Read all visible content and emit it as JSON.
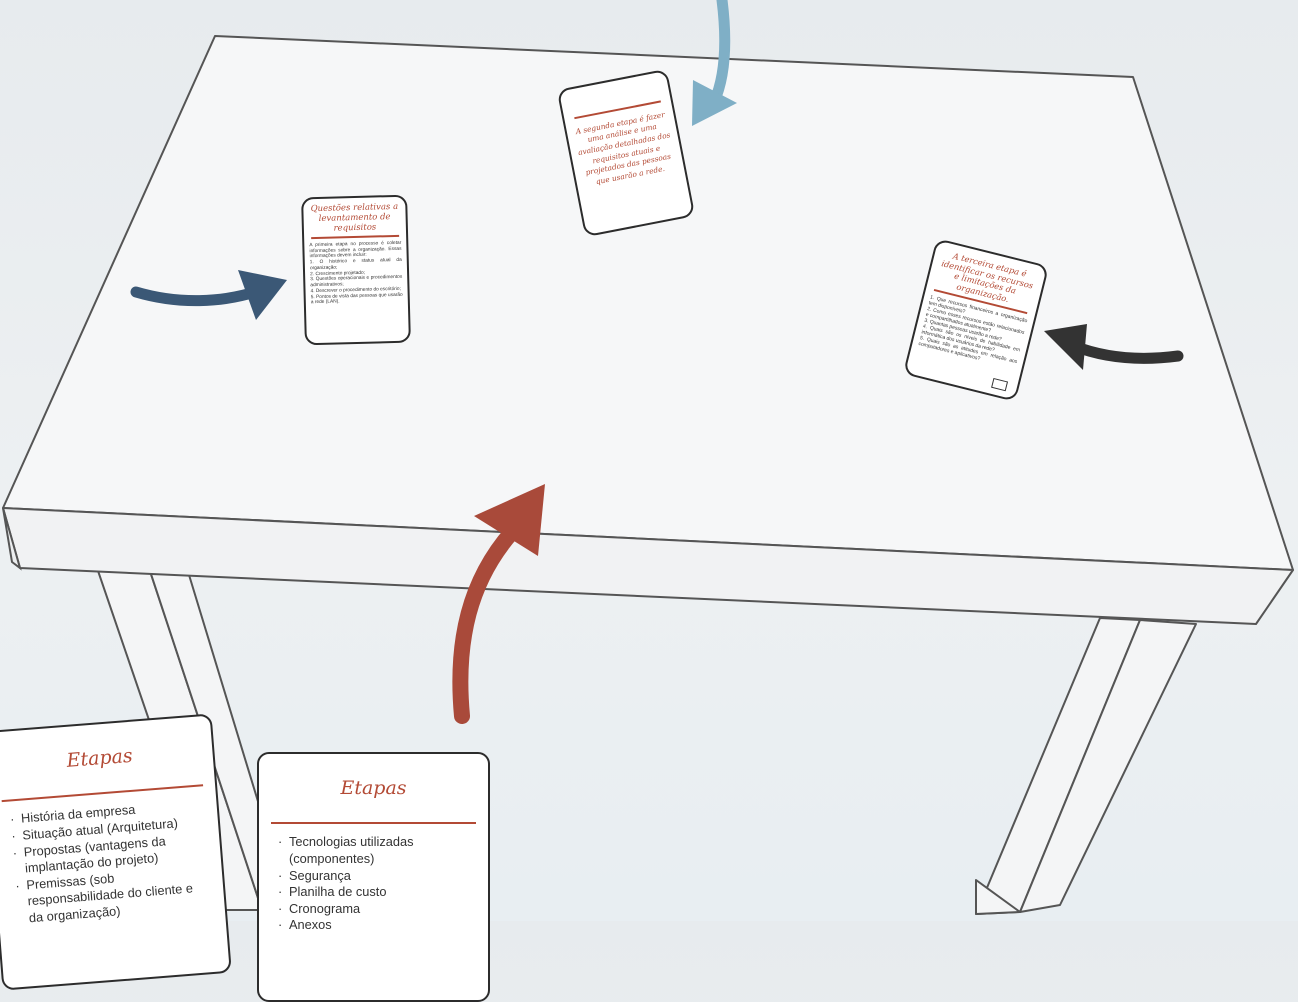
{
  "colors": {
    "background": "#e9edf0",
    "table_top": "#f6f7f8",
    "table_front": "#f1f2f3",
    "outline": "#555555",
    "accent_red": "#b34a35",
    "arrow_blue_light": "#7fafc6",
    "arrow_blue_dark": "#3b5876",
    "arrow_dark": "#333333",
    "arrow_red": "#a94a3a"
  },
  "cards": {
    "questions": {
      "title": "Questões relativas a levantamento de requisitos",
      "body": [
        "A primeira etapa no processo é coletar informações sobre a organização. Essas informações devem incluir:",
        "1. O histórico e status atual da organização;",
        "2. Crescimento projetado;",
        "3. Questões operacionais e procedimentos administrativos;",
        "4. Descrever o procedimento do escritório;",
        "5. Pontos de vista das pessoas que usarão a rede (LAN)."
      ]
    },
    "second_stage": {
      "title": "A segunda etapa é fazer uma análise e uma avaliação detalhadas dos requisitos atuais e projetados das pessoas que usarão a rede."
    },
    "third_stage": {
      "title": "A terceira etapa é identificar os recursos e limitações da organização.",
      "body": [
        "1. Que recursos financeiros a organização tem disponíveis?",
        "2. Como esses recursos estão relacionados e compartilhados atualmente?",
        "3. Quantas pessoas usarão a rede?",
        "4. Quais são os níveis de habilidade em informática dos usuários da rede?",
        "5. Quais são as atitudes em relação aos computadores e aplicativos?"
      ]
    },
    "etapas_1": {
      "title": "Etapas",
      "items": [
        "História da empresa",
        "Situação atual (Arquitetura)",
        "Propostas (vantagens da implantação do projeto)",
        "Premissas (sob responsabilidade do cliente e da organização)"
      ]
    },
    "etapas_2": {
      "title": "Etapas",
      "items": [
        "Tecnologias utilizadas (componentes)",
        "Segurança",
        "Planilha de custo",
        "Cronograma",
        "Anexos"
      ]
    }
  },
  "icons": [
    "arrow-down-light-blue",
    "arrow-right-dark-blue",
    "arrow-left-dark",
    "arrow-up-red"
  ]
}
